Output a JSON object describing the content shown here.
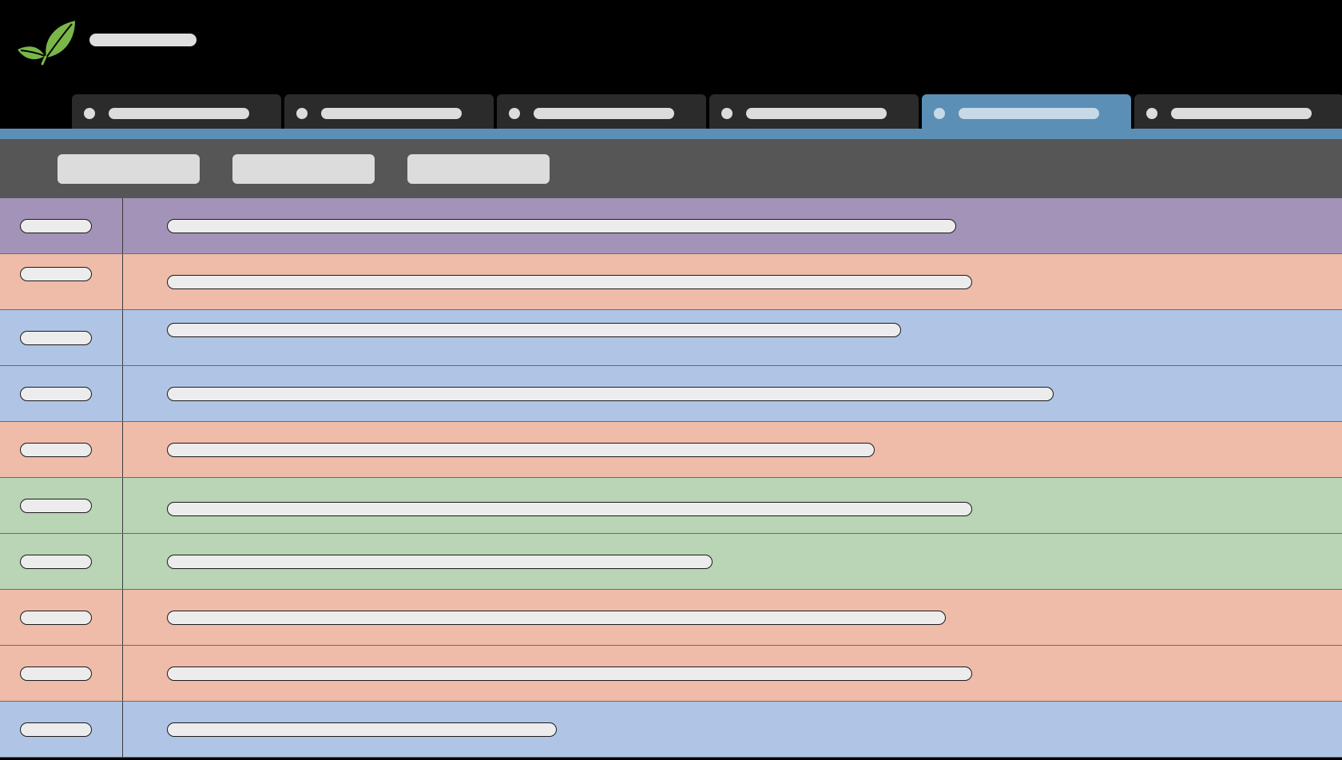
{
  "header": {
    "logo_icon": "leaf-icon",
    "brand_color": "#7ab648",
    "title": ""
  },
  "tabs": [
    {
      "label": "",
      "active": false
    },
    {
      "label": "",
      "active": false
    },
    {
      "label": "",
      "active": false
    },
    {
      "label": "",
      "active": false
    },
    {
      "label": "",
      "active": true
    },
    {
      "label": "",
      "active": false
    }
  ],
  "toolbar": {
    "buttons": [
      {
        "label": ""
      },
      {
        "label": ""
      },
      {
        "label": ""
      }
    ]
  },
  "colors": {
    "accent": "#5b8fb6",
    "row_purple": "#a393b8",
    "row_salmon": "#efbcaa",
    "row_blue": "#b0c5e5",
    "row_green": "#bad4b6"
  },
  "rows": [
    {
      "tag": "",
      "text": "",
      "color": "row_purple"
    },
    {
      "tag": "",
      "text": "",
      "color": "row_salmon"
    },
    {
      "tag": "",
      "text": "",
      "color": "row_blue"
    },
    {
      "tag": "",
      "text": "",
      "color": "row_blue"
    },
    {
      "tag": "",
      "text": "",
      "color": "row_salmon"
    },
    {
      "tag": "",
      "text": "",
      "color": "row_green"
    },
    {
      "tag": "",
      "text": "",
      "color": "row_green"
    },
    {
      "tag": "",
      "text": "",
      "color": "row_salmon"
    },
    {
      "tag": "",
      "text": "",
      "color": "row_salmon"
    },
    {
      "tag": "",
      "text": "",
      "color": "row_blue"
    }
  ]
}
